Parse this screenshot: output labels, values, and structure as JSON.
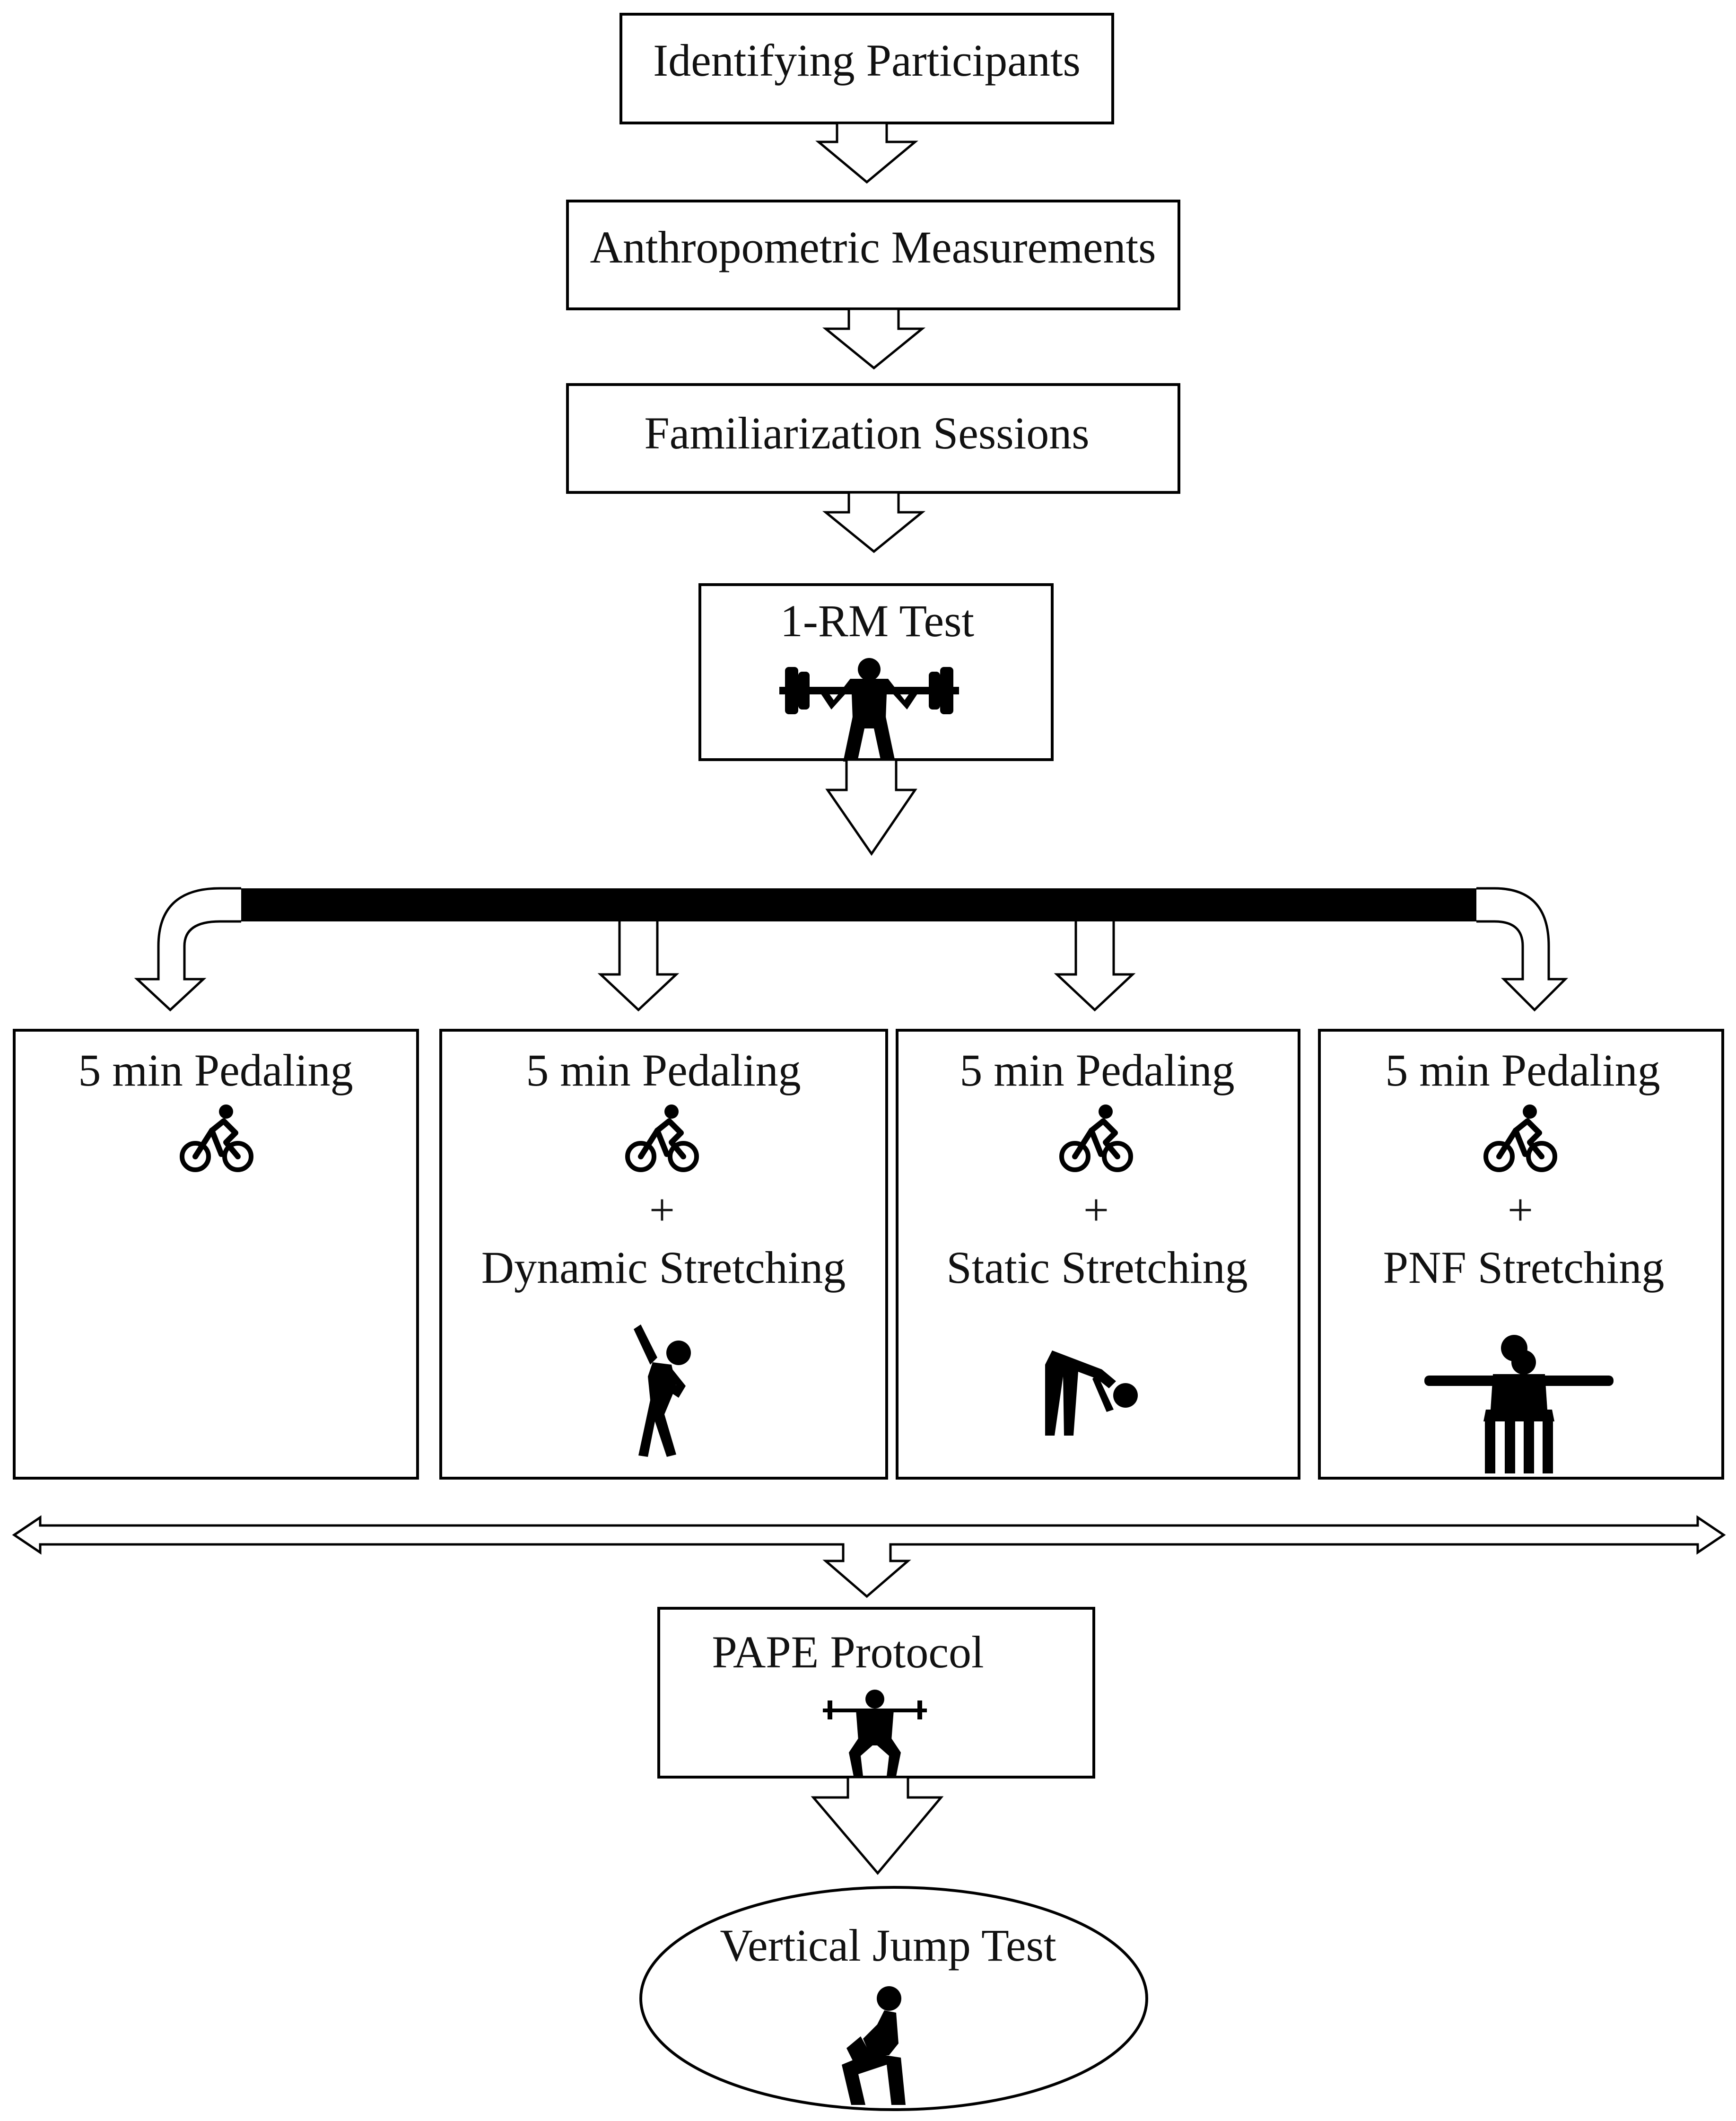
{
  "steps": {
    "identifying": "Identifying Participants",
    "anthropometric": "Anthropometric Measurements",
    "familiarization": "Familiarization Sessions",
    "one_rm": "1-RM Test",
    "pape": "PAPE Protocol",
    "vertical_jump": "Vertical Jump Test"
  },
  "conditions": [
    {
      "pedaling": "5 min Pedaling",
      "plus": "",
      "stretch": ""
    },
    {
      "pedaling": "5 min Pedaling",
      "plus": "+",
      "stretch": "Dynamic Stretching"
    },
    {
      "pedaling": "5 min Pedaling",
      "plus": "+",
      "stretch": "Static Stretching"
    },
    {
      "pedaling": "5 min Pedaling",
      "plus": "+",
      "stretch": "PNF Stretching"
    }
  ],
  "icons": {
    "one_rm": "weightlifter-icon",
    "cyclist": "cyclist-icon",
    "dynamic": "dynamic-stretch-icon",
    "static": "static-stretch-icon",
    "pnf": "pnf-stretch-icon",
    "pape": "squat-icon",
    "jump": "jump-squat-icon"
  }
}
